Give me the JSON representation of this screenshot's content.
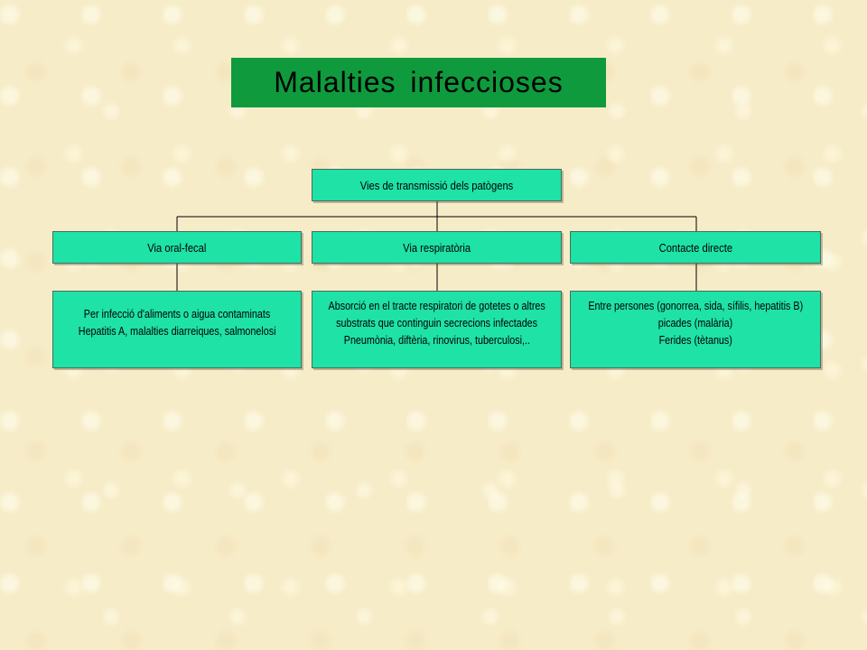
{
  "title": "Malalties infeccioses",
  "colors": {
    "background": "#f7ecc8",
    "title_fill": "#0f9a3d",
    "node_fill": "#1ee2a6"
  },
  "diagram": {
    "root": "Vies de transmissió dels patògens",
    "branches": [
      {
        "label": "Via oral-fecal",
        "detail_lines": [
          "Per infecció d'aliments o aigua contaminats",
          "Hepatitis A, malalties diarreiques, salmonelosi"
        ]
      },
      {
        "label": "Via respiratòria",
        "detail_lines": [
          "Absorció en el tracte respiratori de gotetes o altres",
          "substrats que continguin secrecions infectades",
          "Pneumònia, diftèria, rinovirus, tuberculosi,.."
        ]
      },
      {
        "label": "Contacte directe",
        "detail_lines": [
          "Entre persones (gonorrea, sida, sífilis, hepatitis B)",
          "picades (malària)",
          "Ferides (tètanus)"
        ]
      }
    ]
  }
}
